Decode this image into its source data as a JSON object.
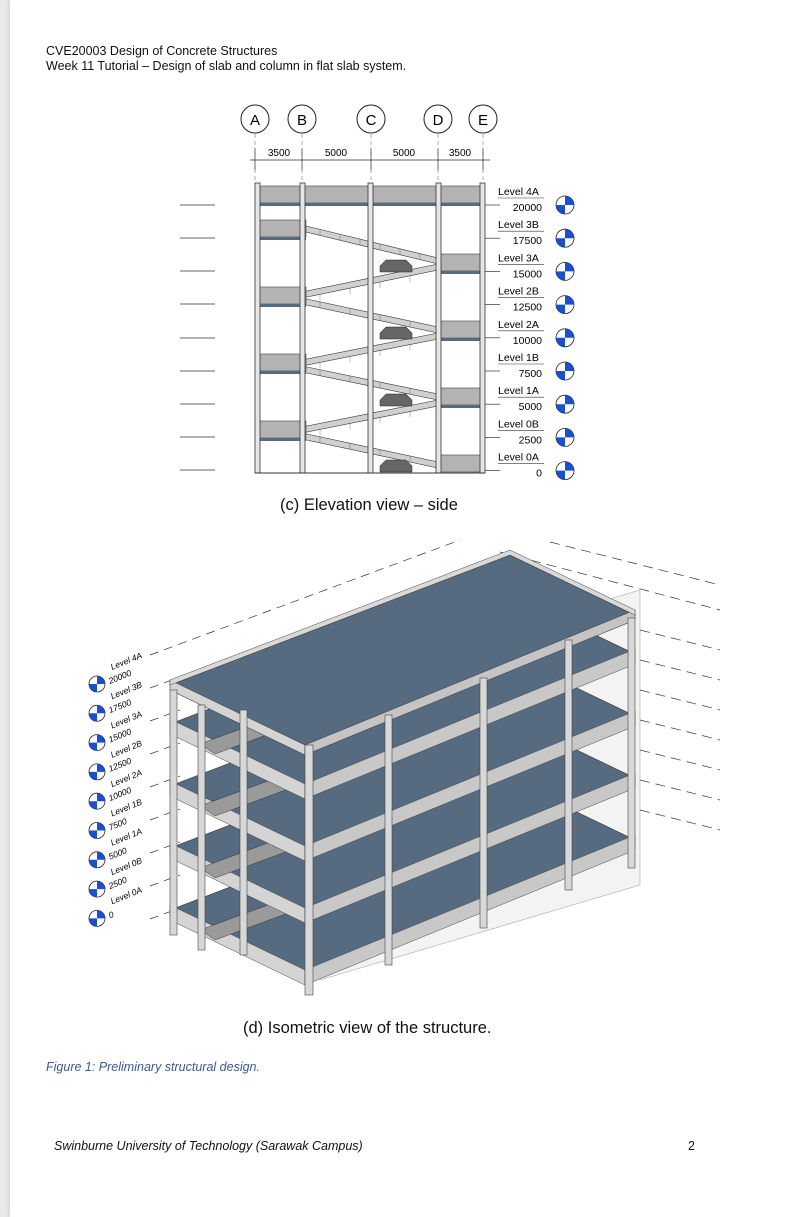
{
  "header": {
    "course": "CVE20003 Design of Concrete Structures",
    "subtitle": "Week 11 Tutorial – Design of slab and column in flat slab system."
  },
  "elevation": {
    "grid_labels": [
      "A",
      "B",
      "C",
      "D",
      "E"
    ],
    "spans": [
      "3500",
      "5000",
      "5000",
      "3500"
    ],
    "levels": [
      {
        "name": "Level 4A",
        "elevation": "20000"
      },
      {
        "name": "Level 3B",
        "elevation": "17500"
      },
      {
        "name": "Level 3A",
        "elevation": "15000"
      },
      {
        "name": "Level 2B",
        "elevation": "12500"
      },
      {
        "name": "Level 2A",
        "elevation": "10000"
      },
      {
        "name": "Level 1B",
        "elevation": "7500"
      },
      {
        "name": "Level 1A",
        "elevation": "5000"
      },
      {
        "name": "Level 0B",
        "elevation": "2500"
      },
      {
        "name": "Level 0A",
        "elevation": "0"
      }
    ],
    "caption": "(c) Elevation view – side"
  },
  "isometric": {
    "caption": "(d) Isometric view of the structure."
  },
  "figure_caption": "Figure 1: Preliminary structural design.",
  "footer": {
    "institution": "Swinburne University of Technology (Sarawak Campus)",
    "page_number": "2"
  },
  "colors": {
    "slab_top": "#566a80",
    "beam": "#d4d4d4",
    "shaded_slab": "#b3b3b3",
    "caption_blue": "#3d5a8c",
    "level_marker_blue": "#1c4fcf"
  }
}
